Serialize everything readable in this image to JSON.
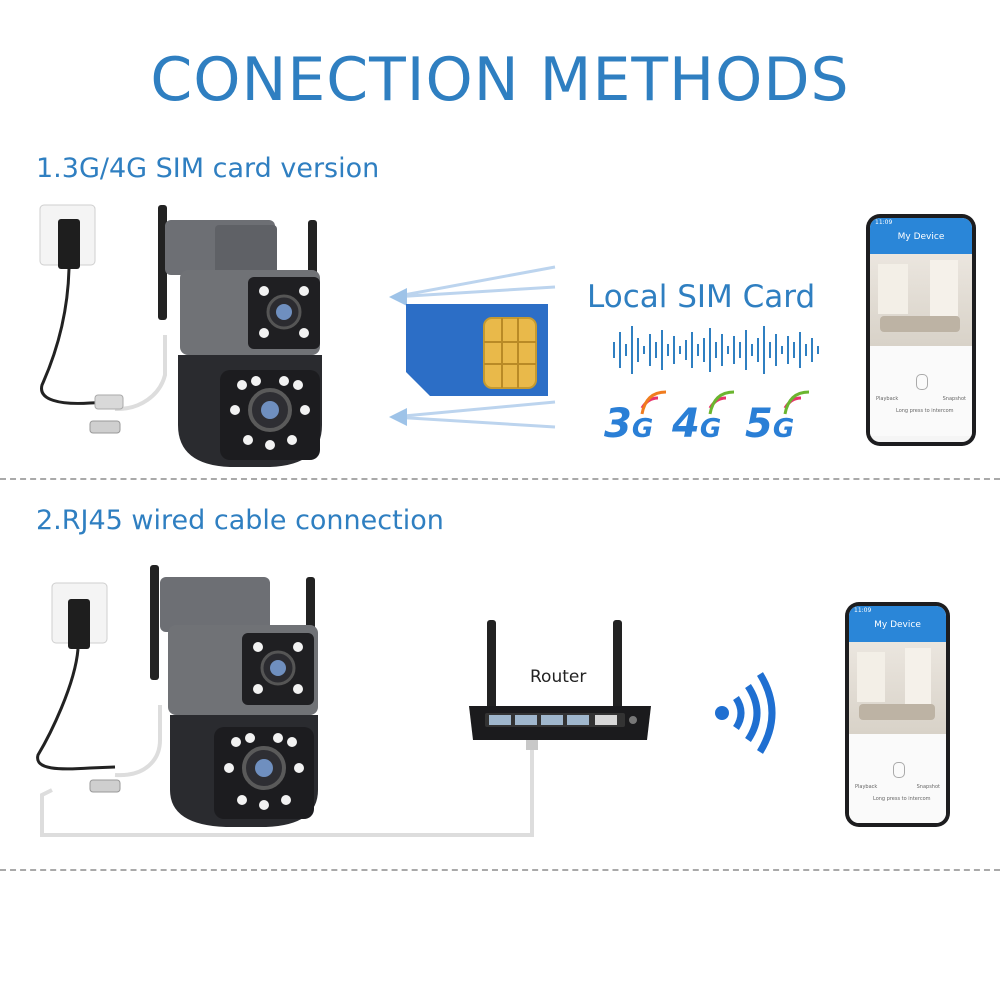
{
  "title": "CONECTION METHODS",
  "section1": {
    "title": "1.3G/4G SIM card version",
    "sim_label": "Local SIM Card",
    "networks": [
      {
        "num": "3",
        "suffix": "G",
        "color": "#2a7fd6"
      },
      {
        "num": "4",
        "suffix": "G",
        "color": "#2a7fd6"
      },
      {
        "num": "5",
        "suffix": "G",
        "color": "#2a7fd6"
      }
    ]
  },
  "section2": {
    "title": "2.RJ45 wired cable connection",
    "router_label": "Router"
  },
  "phone": {
    "time": "11:09",
    "app_title": "My Device",
    "playback": "Playback",
    "intercom": "Long press to intercom",
    "snapshot": "Snapshot"
  },
  "colors": {
    "accent": "#2f7fc1",
    "sim_card": "#2c6ec6",
    "sim_chip": "#e9b94a",
    "wifi": "#1f6fd1"
  }
}
